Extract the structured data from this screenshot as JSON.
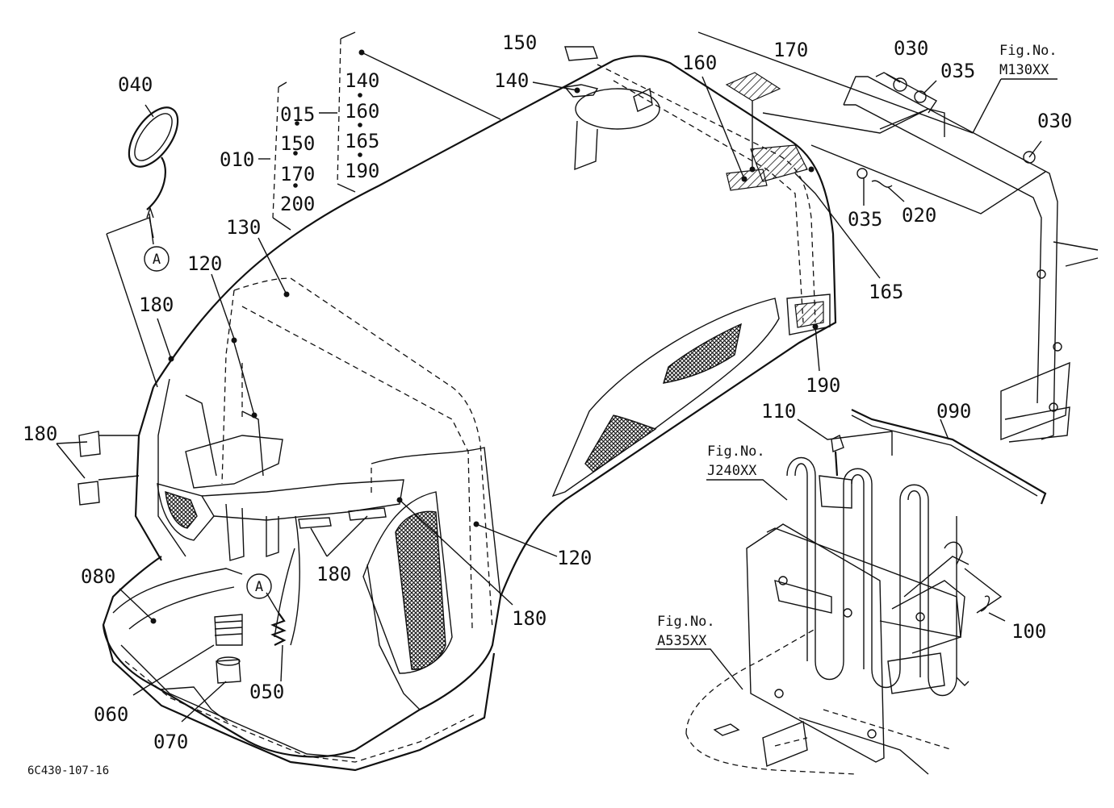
{
  "labels": {
    "p040": "040",
    "p150": "150",
    "p140": "140",
    "p160": "160",
    "p170": "170",
    "p030a": "030",
    "p035a": "035",
    "p030b": "030",
    "p035b": "035",
    "p020": "020",
    "p165": "165",
    "p130": "130",
    "p120a": "120",
    "p180a": "180",
    "p180b": "180",
    "p010": "010",
    "p190": "190",
    "p110": "110",
    "p090": "090",
    "p080": "080",
    "p120b": "120",
    "p180c": "180",
    "p180d": "180",
    "p100": "100",
    "p060": "060",
    "p050": "050",
    "p070": "070"
  },
  "group1": [
    "015",
    "150",
    "170",
    "200"
  ],
  "group2": [
    "140",
    "160",
    "165",
    "190"
  ],
  "callouts": {
    "a1": "A",
    "a2": "A"
  },
  "refs": {
    "m_line1": "Fig.No.",
    "m_line2": "M130XX",
    "j_line1": "Fig.No.",
    "j_line2": "J240XX",
    "a_line1": "Fig.No.",
    "a_line2": "A535XX"
  },
  "footer": {
    "code": "6C430-107-16"
  }
}
